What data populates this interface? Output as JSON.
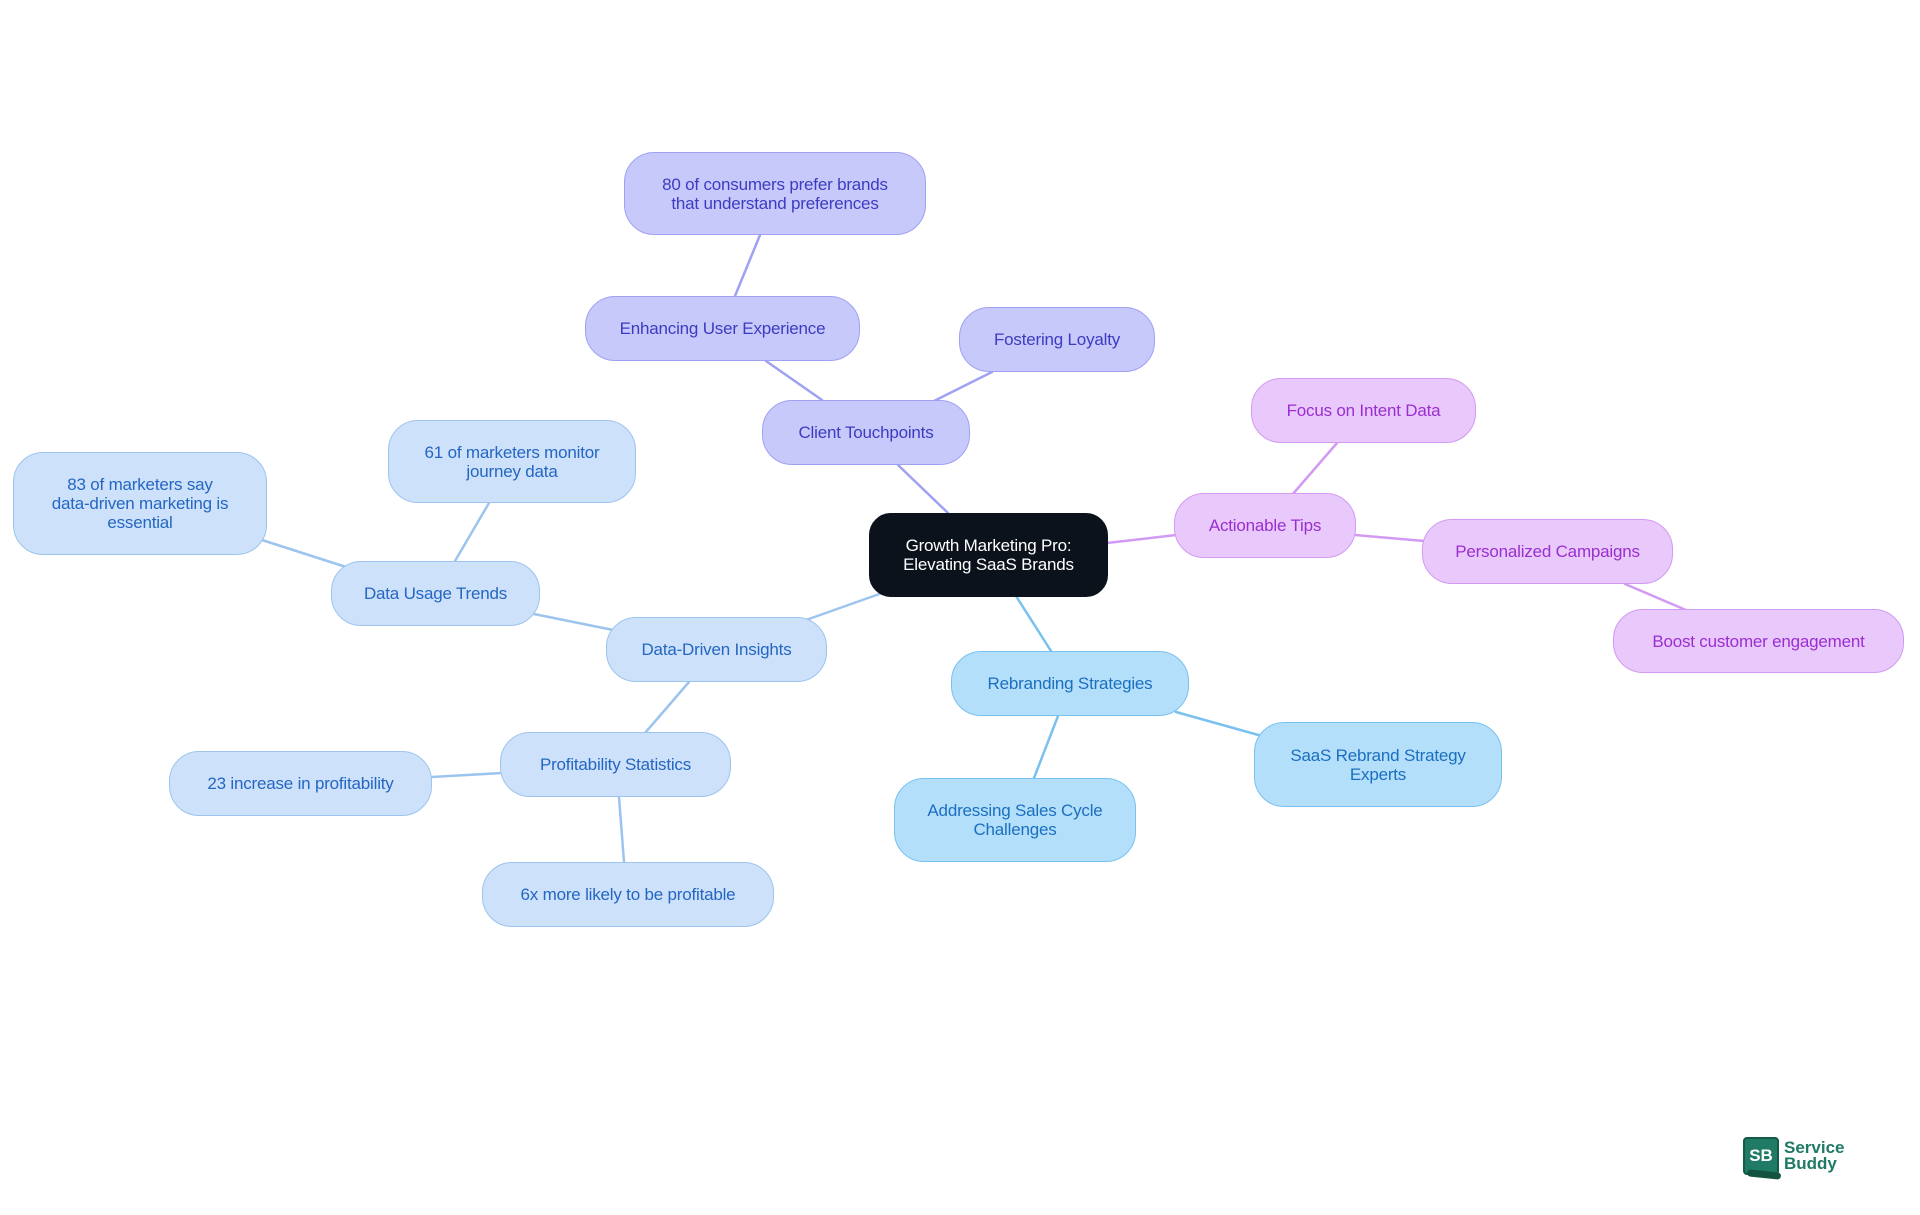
{
  "diagram": {
    "type": "mind-map",
    "root": {
      "id": "root",
      "label": "Growth Marketing Pro:\nElevating SaaS Brands"
    },
    "branches": [
      {
        "id": "client-touchpoints",
        "label": "Client Touchpoints",
        "color": "indigo",
        "children": [
          {
            "id": "enhancing-ux",
            "label": "Enhancing User Experience",
            "children": [
              {
                "id": "consumers-80",
                "label": "80 of consumers prefer brands\nthat understand preferences"
              }
            ]
          },
          {
            "id": "fostering-loyalty",
            "label": "Fostering Loyalty"
          }
        ]
      },
      {
        "id": "actionable-tips",
        "label": "Actionable Tips",
        "color": "purple",
        "children": [
          {
            "id": "intent-data",
            "label": "Focus on Intent Data"
          },
          {
            "id": "personalized-campaigns",
            "label": "Personalized Campaigns",
            "children": [
              {
                "id": "boost-engagement",
                "label": "Boost customer engagement"
              }
            ]
          }
        ]
      },
      {
        "id": "rebranding-strategies",
        "label": "Rebranding Strategies",
        "color": "sky",
        "children": [
          {
            "id": "saas-rebrand-experts",
            "label": "SaaS Rebrand Strategy\nExperts"
          },
          {
            "id": "sales-cycle",
            "label": "Addressing Sales Cycle\nChallenges"
          }
        ]
      },
      {
        "id": "data-driven-insights",
        "label": "Data-Driven Insights",
        "color": "blue",
        "children": [
          {
            "id": "data-usage-trends",
            "label": "Data Usage Trends",
            "children": [
              {
                "id": "marketers-61",
                "label": "61 of marketers monitor\njourney data"
              },
              {
                "id": "marketers-83",
                "label": "83 of marketers say\ndata-driven marketing is\nessential"
              }
            ]
          },
          {
            "id": "profitability-statistics",
            "label": "Profitability Statistics",
            "children": [
              {
                "id": "profit-23",
                "label": "23 increase in profitability"
              },
              {
                "id": "profit-6x",
                "label": "6x more likely to be profitable"
              }
            ]
          }
        ]
      }
    ]
  },
  "labels": {
    "root": "Growth Marketing Pro:\nElevating SaaS Brands",
    "client_touchpoints": "Client Touchpoints",
    "enhancing_ux": "Enhancing User Experience",
    "consumers_80": "80 of consumers prefer brands\nthat understand preferences",
    "fostering_loyalty": "Fostering Loyalty",
    "actionable_tips": "Actionable Tips",
    "intent_data": "Focus on Intent Data",
    "personalized_campaigns": "Personalized Campaigns",
    "boost_engagement": "Boost customer engagement",
    "rebranding_strategies": "Rebranding Strategies",
    "saas_rebrand_experts": "SaaS Rebrand Strategy\nExperts",
    "sales_cycle": "Addressing Sales Cycle\nChallenges",
    "data_driven_insights": "Data-Driven Insights",
    "data_usage_trends": "Data Usage Trends",
    "marketers_61": "61 of marketers monitor\njourney data",
    "marketers_83": "83 of marketers say\ndata-driven marketing is\nessential",
    "profitability_statistics": "Profitability Statistics",
    "profit_23": "23 increase in profitability",
    "profit_6x": "6x more likely to be profitable"
  },
  "colors": {
    "root_bg": "#0c121c",
    "indigo_bg": "#c8c9fb",
    "indigo_text": "#3b3cc0",
    "indigo_edge": "#9fa1f2",
    "purple_bg": "#e9c9fb",
    "purple_text": "#9a2ed0",
    "purple_edge": "#d29af2",
    "sky_bg": "#b4dffb",
    "sky_text": "#1b6fbf",
    "sky_edge": "#7ac1ef",
    "blue_bg": "#cde2fa",
    "blue_text": "#2466c2",
    "blue_edge": "#9cc4ee",
    "logo_green": "#1f7a66"
  },
  "logo": {
    "mark": "SB",
    "line1": "Service",
    "line2": "Buddy"
  }
}
